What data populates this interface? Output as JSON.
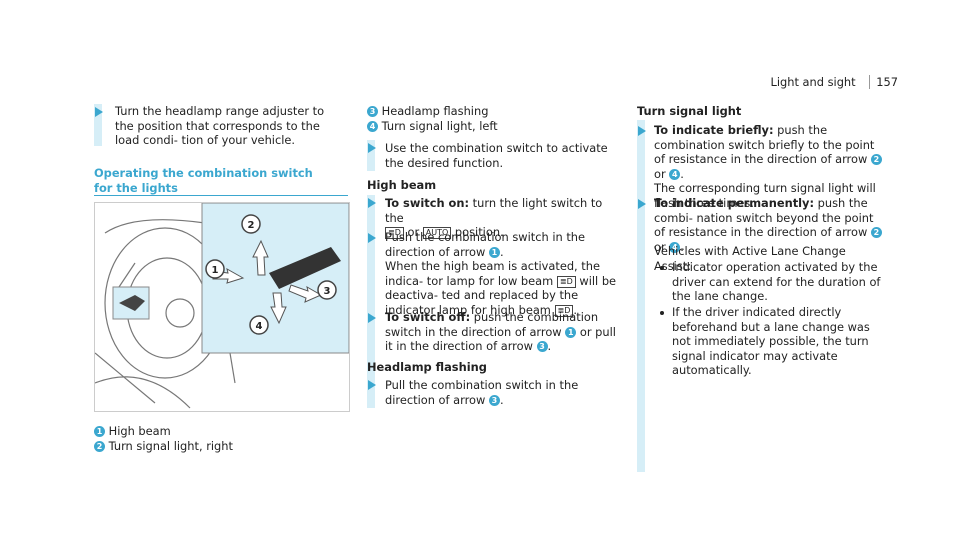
{
  "header": {
    "section": "Light and sight",
    "page": "157"
  },
  "col1": {
    "step1_text": "Turn the headlamp range adjuster to the position that corresponds to the load condi- tion of your vehicle.",
    "heading": "Operating the combination switch for the lights",
    "callouts": [
      {
        "n": "1",
        "label": "High beam"
      },
      {
        "n": "2",
        "label": "Turn signal light, right"
      }
    ]
  },
  "col2": {
    "callouts": [
      {
        "n": "3",
        "label": "Headlamp flashing"
      },
      {
        "n": "4",
        "label": "Turn signal light, left"
      }
    ],
    "use_text": "Use the combination switch to activate the desired function.",
    "high_beam": {
      "heading": "High beam",
      "on_label": "To switch on:",
      "on_text": "turn the light switch to the",
      "on_text2": "or",
      "on_text3": "position.",
      "push_text": "Push the combination switch in the direction of arrow",
      "when_text": "When the high beam is activated, the indica- tor lamp for low beam",
      "when_text2": "will be deactiva- ted and replaced by the indicator lamp for high beam",
      "off_label": "To switch off:",
      "off_text": "push the combination switch in the direction of arrow",
      "off_text2": "or pull it in the direction of arrow"
    },
    "flashing": {
      "heading": "Headlamp flashing",
      "text": "Pull the combination switch in the direction of arrow"
    },
    "symbols": {
      "low_beam": "≣D",
      "auto": "AUTO",
      "high_beam": "≣D"
    }
  },
  "col3": {
    "heading": "Turn signal light",
    "brief_label": "To indicate briefly:",
    "brief_text": "push the combination switch briefly to the point of resistance in the direction of arrow",
    "brief_or": "or",
    "brief_text2": "The corresponding turn signal light will flash three times.",
    "perm_label": "To indicate permanently:",
    "perm_text": "push the combi- nation switch beyond the point of resistance in the direction of arrow",
    "perm_or": "or",
    "assist_text": "Vehicles with Active Lane Change Assist:",
    "bullets": [
      "Indicator operation activated by the driver can extend for the duration of the lane change.",
      "If the driver indicated directly beforehand but a lane change was not immediately possible, the turn signal indicator may activate automatically."
    ]
  }
}
